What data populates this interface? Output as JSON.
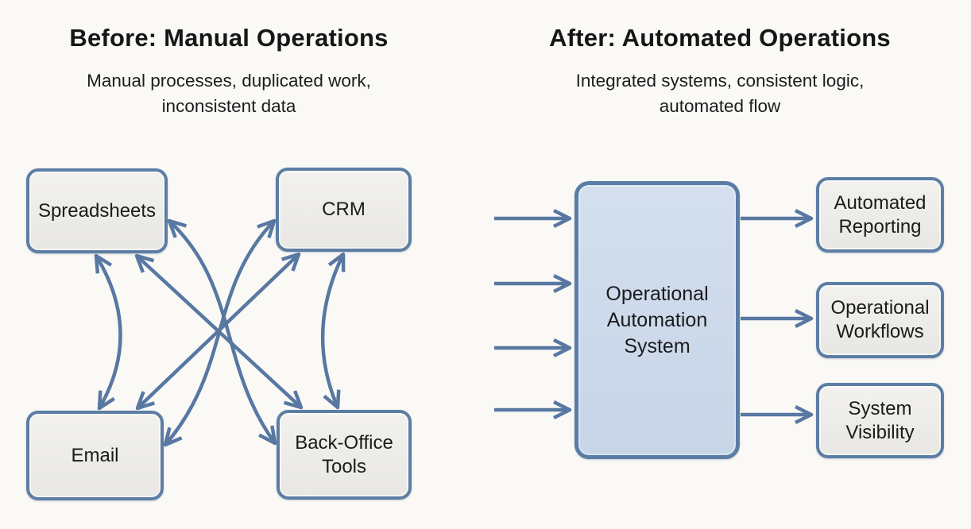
{
  "colors": {
    "background": "#faf9f6",
    "node_border": "#5d7ea4",
    "node_fill_gray": "#eceae8",
    "hub_fill_blue": "#cdd9ea",
    "arrow": "#5878a2",
    "text": "#1b1b1b"
  },
  "left_panel": {
    "title": "Before: Manual Operations",
    "subtitle": "Manual processes, duplicated work, inconsistent data",
    "nodes": [
      {
        "id": "spreadsheets",
        "label": "Spreadsheets"
      },
      {
        "id": "crm",
        "label": "CRM"
      },
      {
        "id": "email",
        "label": "Email"
      },
      {
        "id": "back-office-tools",
        "label": "Back-Office Tools"
      }
    ],
    "connections": [
      {
        "from": "spreadsheets",
        "to": "email",
        "bidirectional": true,
        "style": "arc"
      },
      {
        "from": "crm",
        "to": "back-office-tools",
        "bidirectional": true,
        "style": "arc"
      },
      {
        "from": "spreadsheets",
        "to": "back-office-tools",
        "bidirectional": true,
        "style": "straight"
      },
      {
        "from": "email",
        "to": "crm",
        "bidirectional": true,
        "style": "straight"
      },
      {
        "from": "spreadsheets",
        "to": "back-office-tools",
        "bidirectional": true,
        "style": "curved"
      },
      {
        "from": "crm",
        "to": "email",
        "bidirectional": true,
        "style": "curved"
      }
    ]
  },
  "right_panel": {
    "title": "After: Automated Operations",
    "subtitle": "Integrated systems, consistent logic, automated flow",
    "hub": {
      "id": "operational-automation-system",
      "label": "Operational Automation System"
    },
    "input_arrows": {
      "count": 4
    },
    "outputs": [
      {
        "id": "automated-reporting",
        "label": "Automated Reporting"
      },
      {
        "id": "operational-workflows",
        "label": "Operational Workflows"
      },
      {
        "id": "system-visibility",
        "label": "System Visibility"
      }
    ]
  }
}
